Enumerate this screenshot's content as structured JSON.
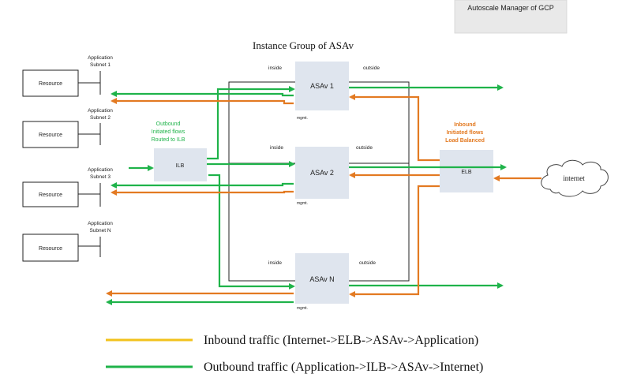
{
  "colors": {
    "green": "#1fb34a",
    "orange": "#e37a22",
    "yellow": "#f2c21b",
    "box_fill": "#dfe5ee",
    "manager_fill": "#e9e9e9"
  },
  "manager": {
    "label": "Autoscale Manager of GCP"
  },
  "group": {
    "title": "Instance Group of ASAv"
  },
  "asav": {
    "a1": {
      "label": "ASAv 1",
      "inside": "inside",
      "outside": "outside",
      "mgmt": "mgmt."
    },
    "a2": {
      "label": "ASAv 2",
      "inside": "inside",
      "outside": "outside",
      "mgmt": "mgmt."
    },
    "an": {
      "label": "ASAv N",
      "inside": "inside",
      "outside": "outside",
      "mgmt": "mgmt."
    }
  },
  "resources": [
    {
      "label": "Resource",
      "subnet_line1": "Application",
      "subnet_line2": "Subnet 1"
    },
    {
      "label": "Resource",
      "subnet_line1": "Application",
      "subnet_line2": "Subnet 2"
    },
    {
      "label": "Resource",
      "subnet_line1": "Application",
      "subnet_line2": "Subnet 3"
    },
    {
      "label": "Resource",
      "subnet_line1": "Application",
      "subnet_line2": "Subnet N"
    }
  ],
  "ilb": {
    "label": "ILB",
    "note_line1": "Outbound",
    "note_line2": "Initiated flows",
    "note_line3": "Routed to ILB"
  },
  "elb": {
    "label": "ELB",
    "note_line1": "Inbound",
    "note_line2": "Initiated flows",
    "note_line3": "Load Balanced"
  },
  "internet": {
    "label": "internet"
  },
  "legend": {
    "inbound": "Inbound traffic (Internet->ELB->ASAv->Application)",
    "outbound": "Outbound traffic (Application->ILB->ASAv->Internet)"
  }
}
